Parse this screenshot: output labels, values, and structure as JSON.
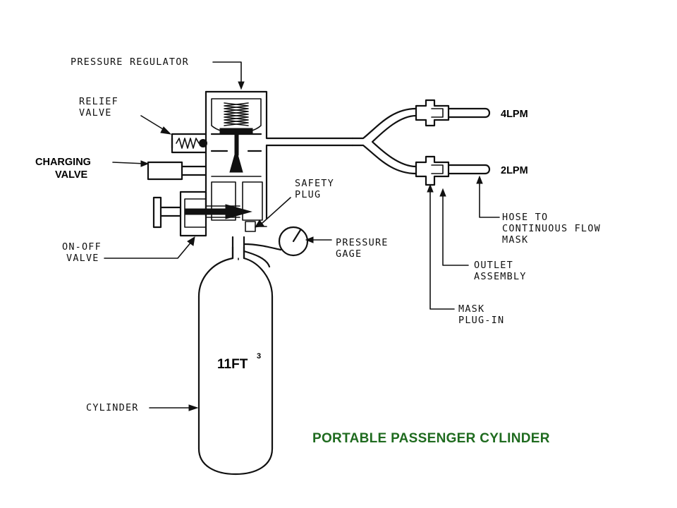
{
  "title": "PORTABLE PASSENGER CYLINDER",
  "title_color": "#1f6b1f",
  "volume": {
    "value": "11FT",
    "superscript": "3"
  },
  "labels": {
    "pressure_regulator": "PRESSURE REGULATOR",
    "relief_valve_1": "RELIEF",
    "relief_valve_2": "VALVE",
    "charging_valve_1": "CHARGING",
    "charging_valve_2": "VALVE",
    "safety_plug_1": "SAFETY",
    "safety_plug_2": "PLUG",
    "on_off_valve_1": "ON-OFF",
    "on_off_valve_2": "VALVE",
    "pressure_gage_1": "PRESSURE",
    "pressure_gage_2": "GAGE",
    "cylinder": "CYLINDER",
    "flow_4": "4LPM",
    "flow_2": "2LPM",
    "hose_1": "HOSE TO",
    "hose_2": "CONTINUOUS FLOW",
    "hose_3": "MASK",
    "outlet_1": "OUTLET",
    "outlet_2": "ASSEMBLY",
    "mask_plug_1": "MASK",
    "mask_plug_2": "PLUG-IN"
  }
}
